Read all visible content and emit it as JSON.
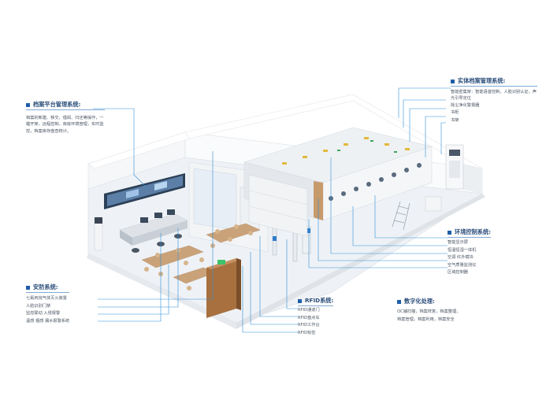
{
  "colors": {
    "accent": "#1f5ea8",
    "leader": "#2f8fd8",
    "floor": "#eef2f6",
    "wall": "#f6f7f9",
    "wood": "#caa57a",
    "door": "#a8703f"
  },
  "blocks": {
    "archive_platform": {
      "title": "档案平台管理系统:",
      "text": "档案的新建、移交、借阅、归还等操作，一键开架，远程控制，库房环境管理，实时监控，档案库存盘查统计。"
    },
    "physical_management": {
      "title": "实体档案管理系统:",
      "items": [
        "智能密集架：智能语音控制，人脸识别认证，声光引导定位",
        "除尘净化警报器",
        "书柜",
        "书架"
      ]
    },
    "environment_control": {
      "title": "环境控制系统:",
      "items": [
        "智能显示屏",
        "恒温恒湿一体机",
        "空调 红外模块",
        "空气质量监测仪",
        "区域控制器"
      ]
    },
    "security": {
      "title": "安防系统:",
      "items": [
        "七氟丙烷气体灭火装置",
        "人脸识别门禁",
        "监控联动 入侵报警",
        "温感 烟感 漏水报警系统"
      ]
    },
    "rfid": {
      "title": "RFID系统:",
      "items": [
        "RFID通道门",
        "RFID盘点车",
        "RFID工作台",
        "RFID标签"
      ]
    },
    "digital": {
      "title": "数字化处理:",
      "items": [
        "OC辅扫描，档案修复，档案整理，",
        "档案管理，档案利用，档案安全"
      ]
    }
  }
}
